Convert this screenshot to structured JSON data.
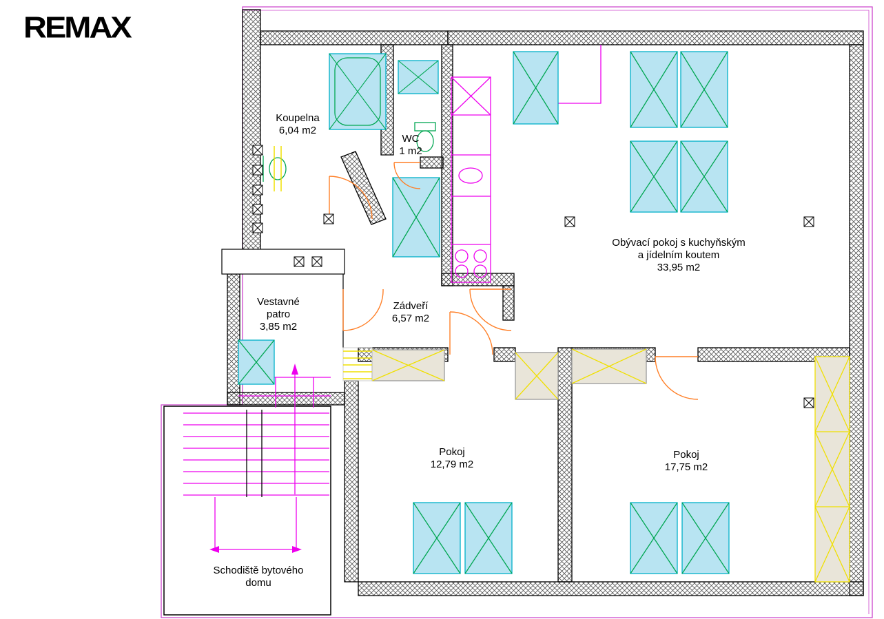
{
  "logo": {
    "text": "REMAX"
  },
  "rooms": {
    "koupelna": {
      "name": "Koupelna",
      "area": "6,04 m2"
    },
    "wc": {
      "name": "WC",
      "area": "1 m2"
    },
    "obyvaci": {
      "line1": "Obývací pokoj s kuchyňským",
      "line2": "a jídelním koutem",
      "area": "33,95 m2"
    },
    "vestavne": {
      "line1": "Vestavné",
      "line2": "patro",
      "area": "3,85 m2"
    },
    "zadveri": {
      "name": "Zádveří",
      "area": "6,57 m2"
    },
    "pokoj1": {
      "name": "Pokoj",
      "area": "12,79 m2"
    },
    "pokoj2": {
      "name": "Pokoj",
      "area": "17,75 m2"
    },
    "schodiste": {
      "line1": "Schodiště bytového",
      "line2": "domu"
    }
  },
  "icons": {
    "outlet_symbol": "crossed-square"
  },
  "colors": {
    "wall_line": "#000000",
    "boundary": "#cc44cc",
    "furniture_fill": "#b8e4f2",
    "furniture_border": "#00b0c8",
    "furniture_cross": "#00a651",
    "fixture_line": "#00a651",
    "kitchen_line": "#ee00ee",
    "stairs_line": "#ee00ee",
    "door_line": "#ff7f27",
    "wardrobe_fill": "#e9e5d9",
    "wardrobe_cross": "#f0e000"
  }
}
